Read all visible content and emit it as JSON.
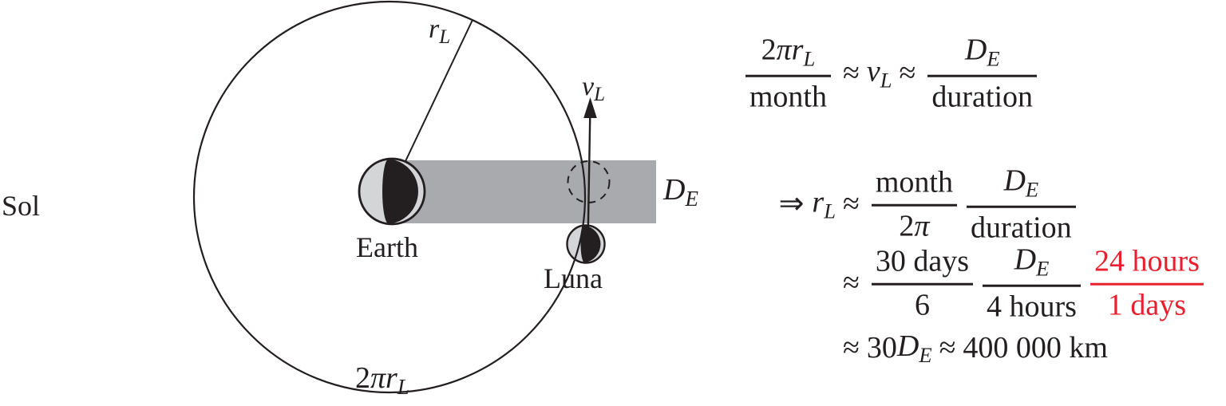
{
  "diagram": {
    "sol_label": "Sol",
    "earth_label": "Earth",
    "luna_label": "Luna",
    "radius_label": {
      "var": "r",
      "sub": "L"
    },
    "velocity_label": {
      "var": "v",
      "sub": "L"
    },
    "earth_diameter_label": {
      "var": "D",
      "sub": "E"
    },
    "circumference_label": {
      "coef": "2",
      "pi": "π",
      "var": "r",
      "sub": "L"
    },
    "colors": {
      "shadow_band": "#a8aaad",
      "lit_side": "#d4d5d7",
      "dark_side": "#231f20",
      "outline": "#231f20"
    }
  },
  "equations": {
    "approx": "≈",
    "implies": "⇒",
    "colors": {
      "text": "#231f20",
      "highlight": "#e8202e"
    },
    "line1": {
      "frac1": {
        "num_coef": "2",
        "num_pi": "π",
        "num_var": "r",
        "num_sub": "L",
        "den": "month"
      },
      "velocity": {
        "var": "v",
        "sub": "L"
      },
      "frac2": {
        "num_var": "D",
        "num_sub": "E",
        "den": "duration"
      }
    },
    "line2": {
      "lhs": {
        "var": "r",
        "sub": "L"
      },
      "frac1": {
        "num": "month",
        "den_coef": "2",
        "den_pi": "π"
      },
      "frac2": {
        "num_var": "D",
        "num_sub": "E",
        "den": "duration"
      }
    },
    "line3": {
      "frac1": {
        "num": "30 days",
        "den": "6"
      },
      "frac2": {
        "num_var": "D",
        "num_sub": "E",
        "den": "4 hours"
      },
      "frac3": {
        "num": "24 hours",
        "den": "1 days"
      }
    },
    "line4": {
      "coef": "30",
      "var": "D",
      "sub": "E",
      "approx2": "≈",
      "result": "400 000 km"
    }
  }
}
